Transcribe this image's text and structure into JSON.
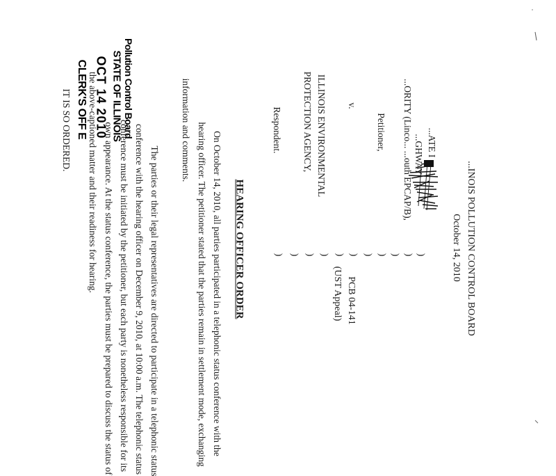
{
  "stamp": {
    "clerks": "CLERK'S OFF E",
    "date": "OCT 14 2010",
    "state": "STATE OF ILLINOIS",
    "board": "Pollution Control Board"
  },
  "header": {
    "board": "...INOIS POLLUTION CONTROL BOARD",
    "date": "October 14, 2010"
  },
  "caption": {
    "petitioner_partial_1": "...ATE I",
    "petitioner_partial_2": "...GHWAY",
    "petitioner_partial_3": "...ORITY (Linco... ...outh EPCAP/B),",
    "petitioner_label": "Petitioner,",
    "versus": "v.",
    "respondent_line_1": "ILLINOIS ENVIRONMENTAL",
    "respondent_line_2": "PROTECTION AGENCY,",
    "respondent_label": "Respondent.",
    "brackets": [
      ")",
      ")",
      ")",
      ")",
      ")",
      ")",
      ")",
      ")",
      ")",
      ")",
      ")"
    ],
    "case_number": "PCB 04-141",
    "case_type": "(UST Appeal)"
  },
  "order": {
    "title": "HEARING OFFICER ORDER",
    "para1_lines": [
      "On October 14, 2010, all parties participated in a telephonic status conference with the",
      "hearing officer.  The petitioner stated that the parties remain in settlement mode, exchanging",
      "information and comments."
    ],
    "para2_lines": [
      "The parties or their legal representatives are directed to participate in a telephonic status",
      "conference with the hearing officer on December 9, 2010, at 10:00 a.m.  The telephonic status",
      "conference must be initiated by the petitioner, but each party is nonetheless responsible for its",
      "own appearance.  At the status conference, the parties must be prepared to discuss the status of",
      "the above-captioned matter and their readiness for hearing."
    ],
    "closing": "IT IS SO ORDERED."
  }
}
